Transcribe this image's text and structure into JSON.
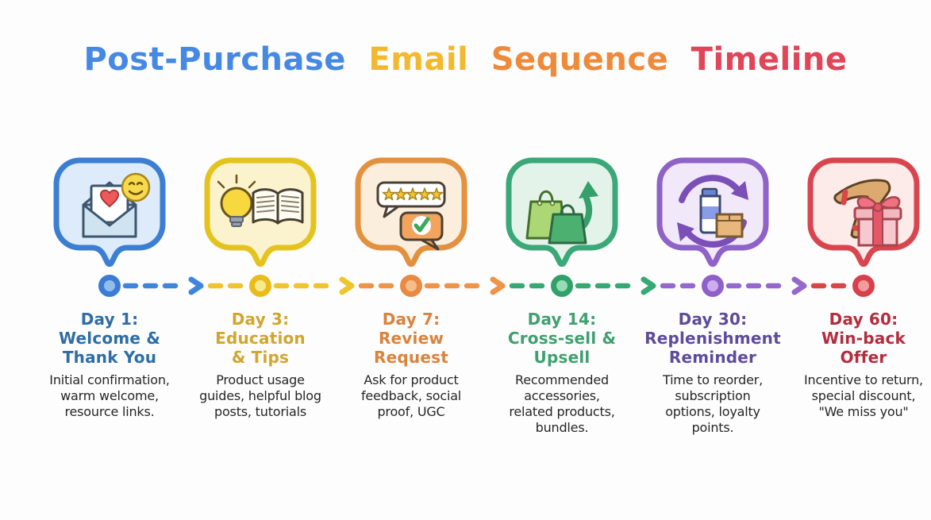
{
  "background": "#fdfdfd",
  "title": {
    "segments": [
      {
        "text": "Post-Purchase",
        "color": "#4689e4"
      },
      {
        "text": "Email",
        "color": "#f2b92e"
      },
      {
        "text": "Sequence",
        "color": "#ef8a3a"
      },
      {
        "text": "Timeline",
        "color": "#e04558"
      }
    ]
  },
  "stages": [
    {
      "heading": "Day 1:\nWelcome &\nThank You",
      "description": "Initial confirmation,\nwarm welcome,\nresource links.",
      "icon": "welcome-envelope-smiley-icon",
      "colors": {
        "border": "#3c7fd2",
        "fill": "#ddebfa",
        "dash": "#3f85dc",
        "ring": "#3b7cd6",
        "dotfill": "#92bdec",
        "heading": "#2e6da5"
      }
    },
    {
      "heading": "Day 3:\nEducation\n& Tips",
      "description": "Product usage\nguides, helpful blog\nposts, tutorials",
      "icon": "lightbulb-book-icon",
      "colors": {
        "border": "#e5c31e",
        "fill": "#faf3cd",
        "dash": "#efc42c",
        "ring": "#e9bc1c",
        "dotfill": "#f8e98f",
        "heading": "#d0a62e"
      }
    },
    {
      "heading": "Day 7:\nReview\nRequest",
      "description": "Ask for product\nfeedback, social\nproof, UGC",
      "icon": "review-stars-check-icon",
      "colors": {
        "border": "#e2913f",
        "fill": "#fbeedd",
        "dash": "#ee9348",
        "ring": "#ea8a42",
        "dotfill": "#f6bd8c",
        "heading": "#d9833c"
      }
    },
    {
      "heading": "Day 14:\nCross-sell &\nUpsell",
      "description": "Recommended\naccessories,\nrelated products,\nbundles.",
      "icon": "shopping-bags-upsell-icon",
      "colors": {
        "border": "#3aa878",
        "fill": "#e3f3e9",
        "dash": "#35a873",
        "ring": "#2fa169",
        "dotfill": "#97dcb5",
        "heading": "#3fa070"
      }
    },
    {
      "heading": "Day 30:\nReplenishment\nReminder",
      "description": "Time to reorder,\nsubscription\noptions, loyalty\npoints.",
      "icon": "replenishment-cycle-icon",
      "colors": {
        "border": "#8e62c6",
        "fill": "#f1e8fa",
        "dash": "#9468cc",
        "ring": "#8f60ca",
        "dotfill": "#cdadf0",
        "heading": "#5d4b9b"
      }
    },
    {
      "heading": "Day 60:\nWin-back\nOffer",
      "description": "Incentive to return,\nspecial discount,\n\"We miss you\"",
      "icon": "boomerang-gift-icon",
      "colors": {
        "border": "#d9454f",
        "fill": "#fcebe8",
        "dash": "#d94545",
        "ring": "#d7414b",
        "dotfill": "#f49b9e",
        "heading": "#b42c3e"
      }
    }
  ]
}
